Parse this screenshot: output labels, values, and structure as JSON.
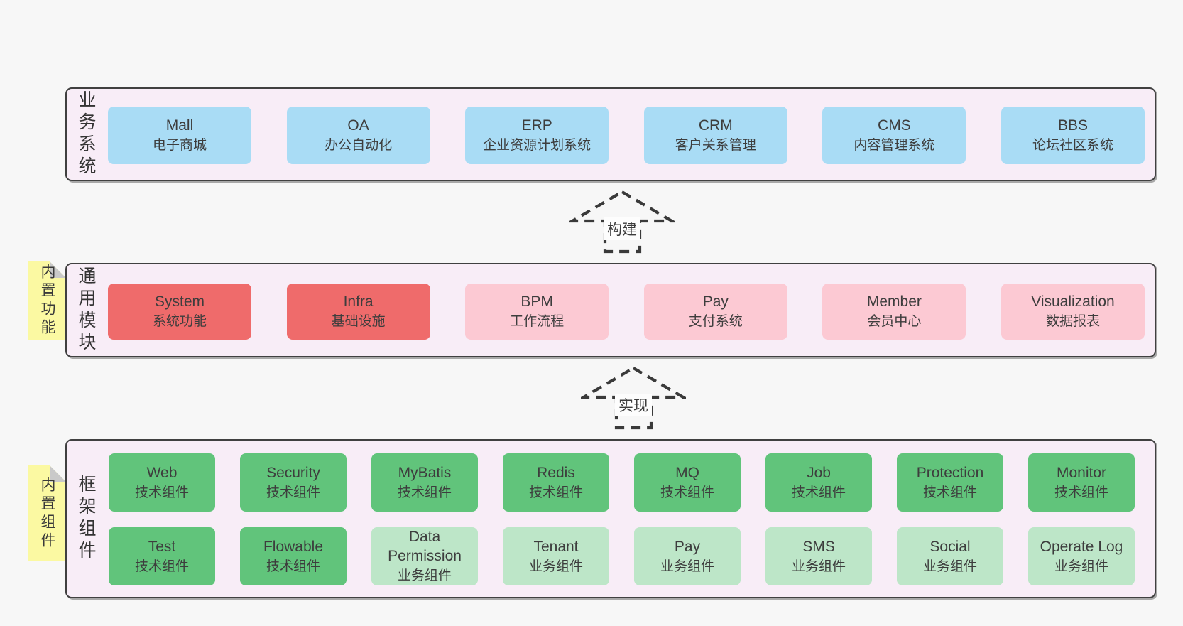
{
  "colors": {
    "page_bg": "#f7f7f7",
    "layer_bg": "#f8edf7",
    "layer_border": "#404040",
    "business_box": "#a9dcf5",
    "core_module_box": "#ef6b6b",
    "optional_module_box": "#fcc9d3",
    "tech_component_box": "#61c47b",
    "biz_component_box": "#bde6c8",
    "tag_bg": "#fbf9a2",
    "tag_fold": "#c9c9c9",
    "arrow": "#3a3a3a"
  },
  "layers": {
    "business": {
      "label": "业务系统",
      "boxes": [
        {
          "name": "Mall",
          "sub": "电子商城",
          "variant": "blue"
        },
        {
          "name": "OA",
          "sub": "办公自动化",
          "variant": "blue"
        },
        {
          "name": "ERP",
          "sub": "企业资源计划系统",
          "variant": "blue"
        },
        {
          "name": "CRM",
          "sub": "客户关系管理",
          "variant": "blue"
        },
        {
          "name": "CMS",
          "sub": "内容管理系统",
          "variant": "blue"
        },
        {
          "name": "BBS",
          "sub": "论坛社区系统",
          "variant": "blue"
        }
      ]
    },
    "modules": {
      "label": "通用模块",
      "tag": "内置功能",
      "boxes": [
        {
          "name": "System",
          "sub": "系统功能",
          "variant": "red"
        },
        {
          "name": "Infra",
          "sub": "基础设施",
          "variant": "red"
        },
        {
          "name": "BPM",
          "sub": "工作流程",
          "variant": "pink"
        },
        {
          "name": "Pay",
          "sub": "支付系统",
          "variant": "pink"
        },
        {
          "name": "Member",
          "sub": "会员中心",
          "variant": "pink"
        },
        {
          "name": "Visualization",
          "sub": "数据报表",
          "variant": "pink"
        }
      ]
    },
    "components": {
      "label": "框架组件",
      "tag": "内置组件",
      "rows": [
        {
          "boxes": [
            {
              "name": "Web",
              "sub": "技术组件",
              "variant": "tech"
            },
            {
              "name": "Security",
              "sub": "技术组件",
              "variant": "tech"
            },
            {
              "name": "MyBatis",
              "sub": "技术组件",
              "variant": "tech"
            },
            {
              "name": "Redis",
              "sub": "技术组件",
              "variant": "tech"
            },
            {
              "name": "MQ",
              "sub": "技术组件",
              "variant": "tech"
            },
            {
              "name": "Job",
              "sub": "技术组件",
              "variant": "tech"
            },
            {
              "name": "Protection",
              "sub": "技术组件",
              "variant": "tech"
            },
            {
              "name": "Monitor",
              "sub": "技术组件",
              "variant": "tech"
            }
          ]
        },
        {
          "boxes": [
            {
              "name": "Test",
              "sub": "技术组件",
              "variant": "tech"
            },
            {
              "name": "Flowable",
              "sub": "技术组件",
              "variant": "tech"
            },
            {
              "name": "Data Permission",
              "sub": "业务组件",
              "variant": "biz"
            },
            {
              "name": "Tenant",
              "sub": "业务组件",
              "variant": "biz"
            },
            {
              "name": "Pay",
              "sub": "业务组件",
              "variant": "biz"
            },
            {
              "name": "SMS",
              "sub": "业务组件",
              "variant": "biz"
            },
            {
              "name": "Social",
              "sub": "业务组件",
              "variant": "biz"
            },
            {
              "name": "Operate Log",
              "sub": "业务组件",
              "variant": "biz"
            }
          ]
        }
      ]
    }
  },
  "arrows": [
    {
      "label": "构建"
    },
    {
      "label": "实现"
    }
  ]
}
